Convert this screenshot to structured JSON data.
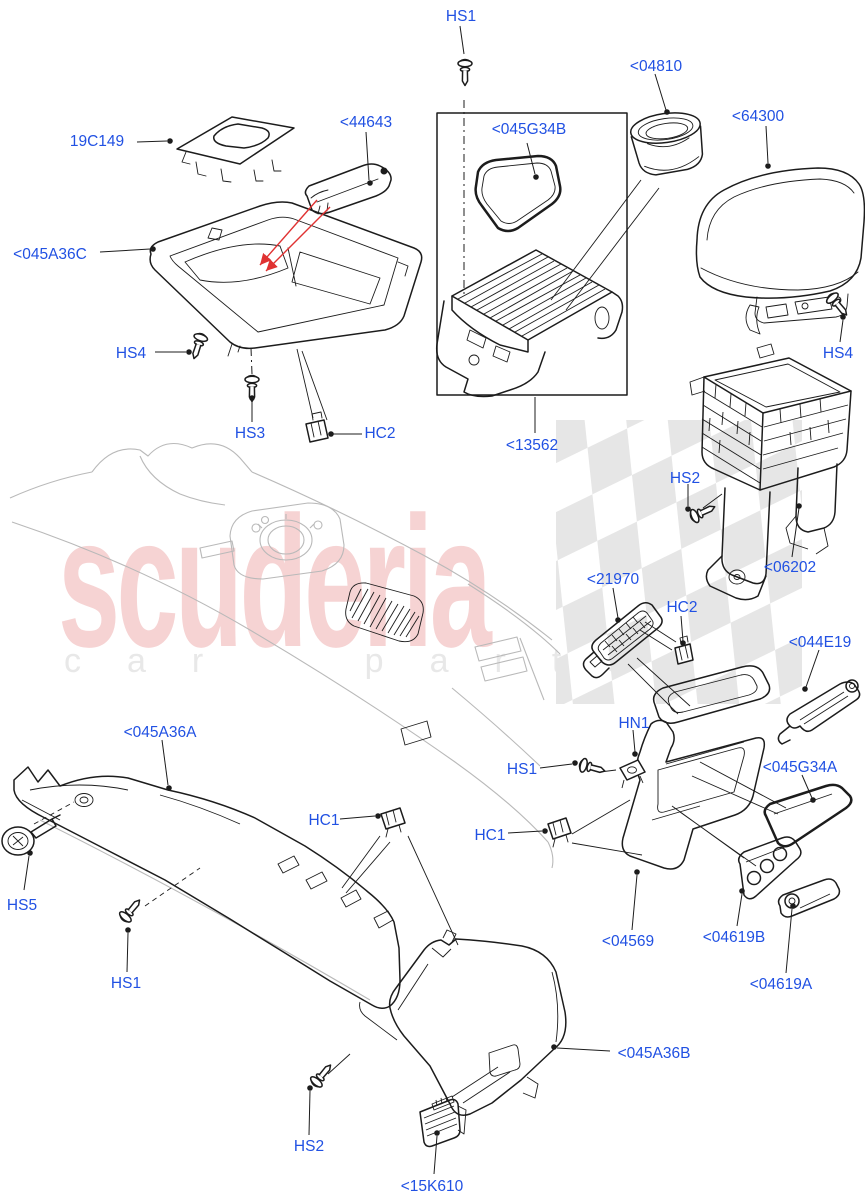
{
  "watermark": {
    "title": "scuderia",
    "subtitle": "car parts"
  },
  "colors": {
    "label": "#2151e3",
    "ink": "#1c1c1c",
    "ghost": "#b9b9b9",
    "red": "#e03232",
    "checker": "#e6e6e6",
    "wm_pink": "#f6d3d3",
    "wm_gray": "#e8e8e8"
  },
  "labels": [
    {
      "id": "hs1-top",
      "text": "HS1"
    },
    {
      "id": "04810",
      "text": "<04810"
    },
    {
      "id": "64300",
      "text": "<64300"
    },
    {
      "id": "19c149",
      "text": "19C149"
    },
    {
      "id": "44643",
      "text": "<44643"
    },
    {
      "id": "045g34b",
      "text": "<045G34B"
    },
    {
      "id": "045a36c",
      "text": "<045A36C"
    },
    {
      "id": "hs4-left",
      "text": "HS4"
    },
    {
      "id": "hs3",
      "text": "HS3"
    },
    {
      "id": "hc2-a",
      "text": "HC2"
    },
    {
      "id": "13562",
      "text": "<13562"
    },
    {
      "id": "hs4-right",
      "text": "HS4"
    },
    {
      "id": "hs2-right",
      "text": "HS2"
    },
    {
      "id": "06202",
      "text": "<06202"
    },
    {
      "id": "21970",
      "text": "<21970"
    },
    {
      "id": "hc2-b",
      "text": "HC2"
    },
    {
      "id": "044e19",
      "text": "<044E19"
    },
    {
      "id": "045a36a",
      "text": "<045A36A"
    },
    {
      "id": "hn1",
      "text": "HN1"
    },
    {
      "id": "hs1-mid",
      "text": "HS1"
    },
    {
      "id": "045g34a",
      "text": "<045G34A"
    },
    {
      "id": "hc1-left",
      "text": "HC1"
    },
    {
      "id": "hc1-right",
      "text": "HC1"
    },
    {
      "id": "hs5",
      "text": "HS5"
    },
    {
      "id": "04569",
      "text": "<04569"
    },
    {
      "id": "04619b",
      "text": "<04619B"
    },
    {
      "id": "04619a",
      "text": "<04619A"
    },
    {
      "id": "hs1-bottom",
      "text": "HS1"
    },
    {
      "id": "045a36b",
      "text": "<045A36B"
    },
    {
      "id": "hs2-bottom",
      "text": "HS2"
    },
    {
      "id": "15k610",
      "text": "<15K610"
    }
  ]
}
